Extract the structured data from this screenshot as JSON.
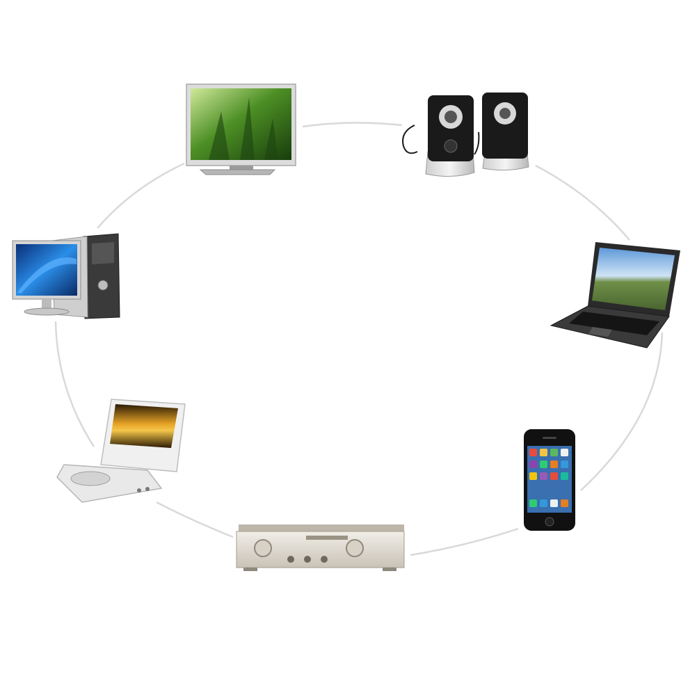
{
  "diagram": {
    "ring_color": "#d9d9d9",
    "devices": [
      {
        "id": "tv",
        "icon": "flat-screen-tv-icon"
      },
      {
        "id": "speakers",
        "icon": "speakers-icon"
      },
      {
        "id": "laptop",
        "icon": "laptop-icon"
      },
      {
        "id": "smartphone",
        "icon": "smartphone-icon"
      },
      {
        "id": "amplifier",
        "icon": "amplifier-icon"
      },
      {
        "id": "portable-dvd",
        "icon": "portable-dvd-player-icon"
      },
      {
        "id": "desktop-pc",
        "icon": "desktop-computer-icon"
      }
    ],
    "colors": {
      "tv_screen": "#3f7a1e",
      "monitor_screen": "#1f6fd1",
      "laptop_sky": "#7fb3e8",
      "dvd_screen": "#c98a12",
      "amp_body": "#e2ddd3",
      "speaker_black": "#1a1a1a"
    }
  }
}
